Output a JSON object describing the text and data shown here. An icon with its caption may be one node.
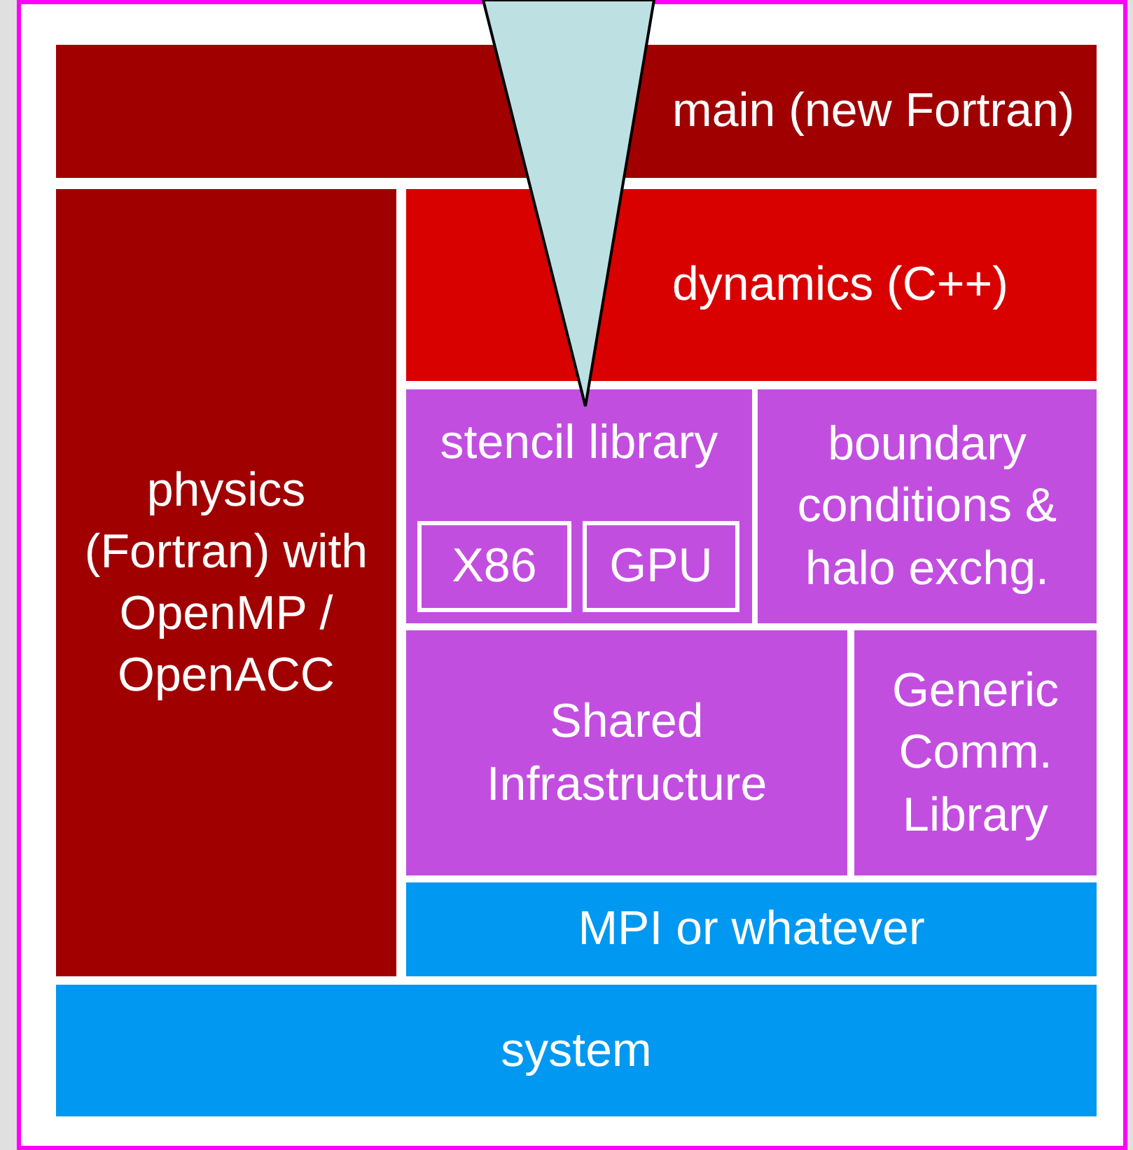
{
  "diagram": {
    "nodes": [
      {
        "text": [
          "main (new Fortran)"
        ]
      },
      {
        "text": [
          "physics (Fortran) with OpenMP / OpenACC"
        ]
      },
      {
        "text": [
          "dynamics (C++)"
        ]
      },
      {
        "text": [
          "stencil library"
        ]
      },
      {
        "text": [
          "X86"
        ],
        "in": 3
      },
      {
        "text": [
          "GPU"
        ],
        "in": 3
      },
      {
        "text": [
          "boundary conditions & halo exchg."
        ]
      },
      {
        "text": [
          "Shared Infrastructure"
        ]
      },
      {
        "text": [
          "Generic Comm. Library"
        ]
      },
      {
        "text": [
          "MPI or whatever"
        ]
      },
      {
        "text": [
          "system"
        ]
      },
      {
        "text": [],
        "shape": "triangle"
      }
    ]
  }
}
